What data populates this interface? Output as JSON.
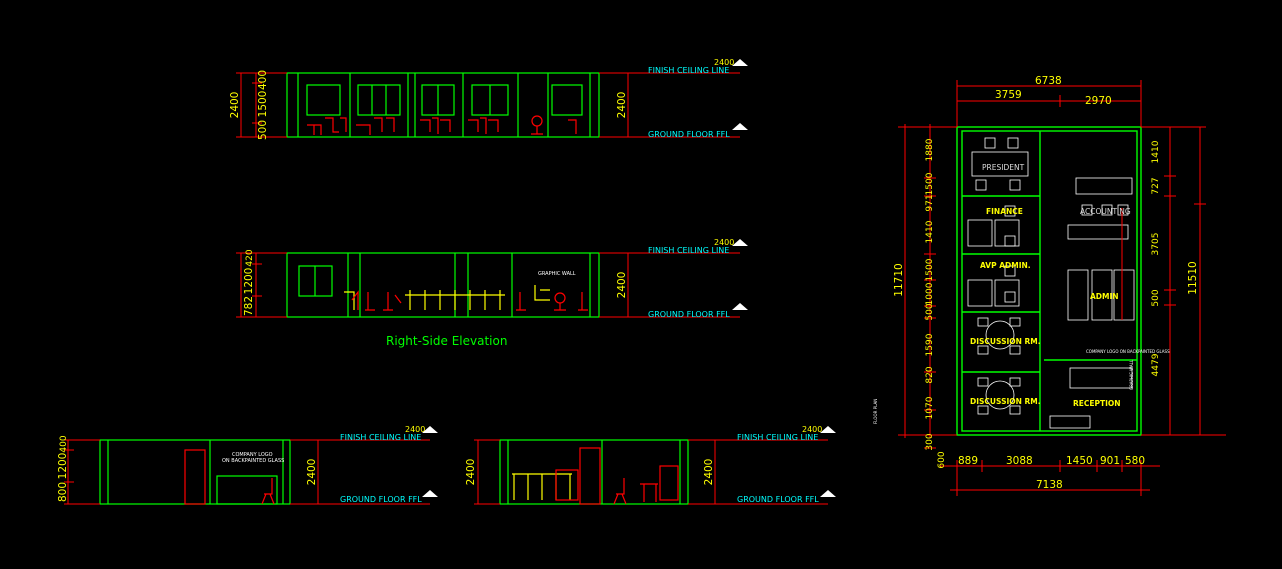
{
  "colors": {
    "background": "#000000",
    "wall": "#00ff00",
    "dimension_text": "#ffff00",
    "dimension_line": "#ff0000",
    "level_text": "#00ffff",
    "furniture": "#ff0000",
    "furniture_alt": "#ffff00",
    "fixture": "#ffffff"
  },
  "elevations": {
    "level_top_value": "2400",
    "level_top_label": "FINISH CEILING LINE",
    "level_bottom_label": "GROUND FLOOR FFL",
    "height_value": "2400",
    "elev1": {
      "dims": [
        "400",
        "1500",
        "500"
      ]
    },
    "elev2": {
      "dims": [
        "420",
        "1200",
        "782"
      ],
      "note": "GRAPHIC WALL"
    },
    "elev3": {
      "dims": [
        "400",
        "1200",
        "800"
      ],
      "note_l1": "COMPANY LOGO",
      "note_l2": "ON BACKPAINTED GLASS"
    },
    "elev2_caption": "Right-Side Elevation"
  },
  "plan": {
    "dims_top": [
      "6738",
      "3759",
      "2970"
    ],
    "dims_left": [
      "1880",
      "1500",
      "971",
      "1410",
      "1500",
      "1000",
      "500",
      "1590",
      "820",
      "1070",
      "300",
      "600"
    ],
    "dims_left_overall": "11710",
    "dims_right": [
      "1410",
      "727",
      "3705",
      "500",
      "4479"
    ],
    "dims_right_overall": "11510",
    "dims_bottom": [
      "889",
      "3088",
      "1450",
      "901",
      "580"
    ],
    "dims_bottom_overall": "7138",
    "rooms": {
      "president": "PRESIDENT",
      "finance": "FINANCE",
      "avp_admin": "AVP ADMIN.",
      "discussion1": "DISCUSSION RM.",
      "discussion2": "DISCUSSION RM.",
      "accounting": "ACCOUNTING",
      "admin": "ADMIN",
      "reception": "RECEPTION"
    },
    "note_logo": "COMPANY LOGO ON BACKPAINTED GLASS",
    "note_wall": "GRAPHIC WALL",
    "side_label": "FLOOR PLAN"
  }
}
